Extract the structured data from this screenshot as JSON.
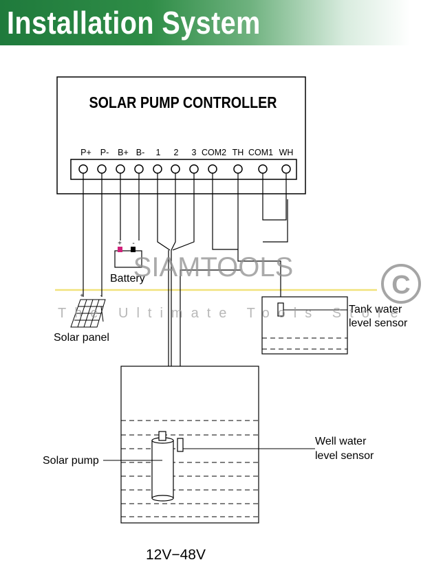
{
  "header": {
    "title": "Installation System"
  },
  "controller": {
    "title": "SOLAR PUMP CONTROLLER",
    "terminals": [
      "P+",
      "P-",
      "B+",
      "B-",
      "1",
      "2",
      "3",
      "COM2",
      "TH",
      "COM1",
      "WH"
    ]
  },
  "battery": {
    "label": "Battery",
    "plus": "+",
    "minus": "-"
  },
  "solar_panel": {
    "label": "Solar panel",
    "plus": "+",
    "minus": "-"
  },
  "tank_sensor": {
    "label_line1": "Tank water",
    "label_line2": "level sensor"
  },
  "well_sensor": {
    "label_line1": "Well water",
    "label_line2": "level sensor"
  },
  "pump": {
    "label": "Solar pump"
  },
  "voltage": {
    "label": "12V−48V"
  },
  "watermark": {
    "brand": "SIAMTOOLS",
    "tagline": "The Ultimate Tools Store",
    "copyright_symbol": "C"
  },
  "colors": {
    "banner_green": "#1f7a3c",
    "battery_plus": "#d0217a",
    "watermark_line": "#f1e27a"
  }
}
